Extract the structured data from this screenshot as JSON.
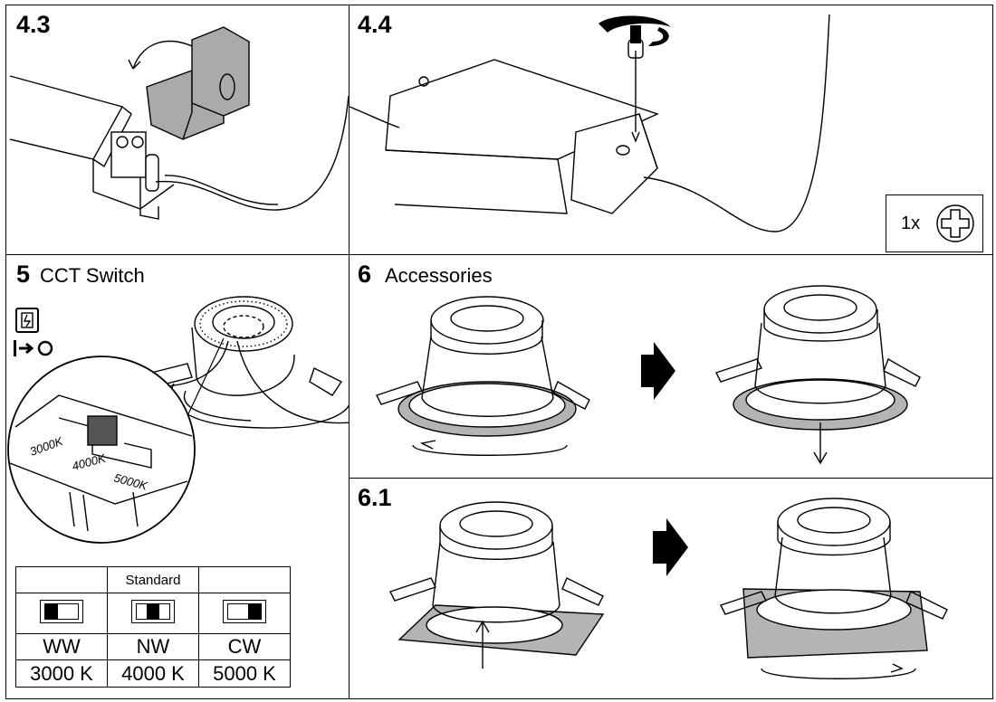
{
  "panels": {
    "p43": {
      "number": "4.3"
    },
    "p44": {
      "number": "4.4",
      "quantity": "1x",
      "tool_icon": "phillips-screw-icon"
    },
    "p5": {
      "number": "5",
      "title": "CCT Switch",
      "switch_labels": [
        "3000K",
        "4000K",
        "5000K"
      ],
      "warning_icons": [
        "power-off-warning-icon",
        "power-on-off-icon"
      ]
    },
    "p6": {
      "number": "6",
      "title": "Accessories"
    },
    "p61": {
      "number": "6.1"
    }
  },
  "cct_table": {
    "header": [
      "",
      "Standard",
      ""
    ],
    "positions": [
      "left",
      "center",
      "right"
    ],
    "labels": [
      "WW",
      "NW",
      "CW"
    ],
    "kelvin": [
      "3000 K",
      "4000 K",
      "5000 K"
    ]
  },
  "colors": {
    "ring_gray": "#b4b4b4",
    "line": "#000000"
  }
}
